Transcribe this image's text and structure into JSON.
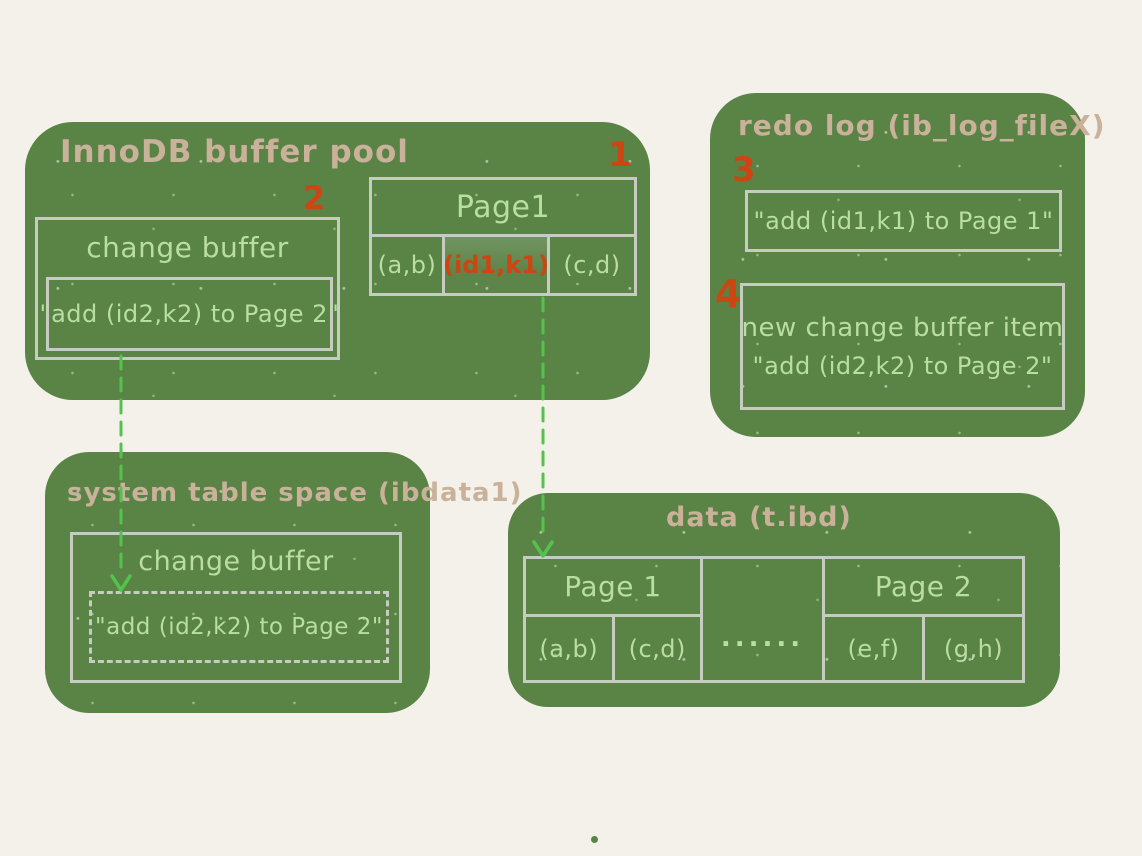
{
  "colors": {
    "bg": "#f3f1ea",
    "box-fill": "#5a8346",
    "box-border": "#c7ccc0",
    "ink-green": "#b9dda2",
    "ink-tan": "#cab29a",
    "ink-red": "#cc4512",
    "arrow-green": "#54c34e"
  },
  "buffer_pool": {
    "title": "InnoDB buffer pool",
    "step_page1": "1",
    "step_change_buffer": "2",
    "change_buffer": {
      "title": "change buffer",
      "item": "\"add (id2,k2) to Page 2\""
    },
    "page1": {
      "title": "Page1",
      "cells": [
        "(a,b)",
        "(id1,k1)",
        "(c,d)"
      ]
    }
  },
  "redo_log": {
    "title": "redo log (ib_log_fileX)",
    "step_entry1": "3",
    "entry1": "\"add (id1,k1) to Page 1\"",
    "step_entry2": "4",
    "entry2_line1": "new change buffer item",
    "entry2_line2": "\"add (id2,k2) to Page 2\""
  },
  "system_table_space": {
    "title": "system table space (ibdata1)",
    "change_buffer": {
      "title": "change buffer",
      "item": "\"add (id2,k2) to Page 2\""
    }
  },
  "data_file": {
    "title": "data (t.ibd)",
    "page1": {
      "title": "Page 1",
      "cells": [
        "(a,b)",
        "(c,d)"
      ]
    },
    "ellipsis": "......",
    "page2": {
      "title": "Page 2",
      "cells": [
        "(e,f)",
        "(g,h)"
      ]
    }
  }
}
